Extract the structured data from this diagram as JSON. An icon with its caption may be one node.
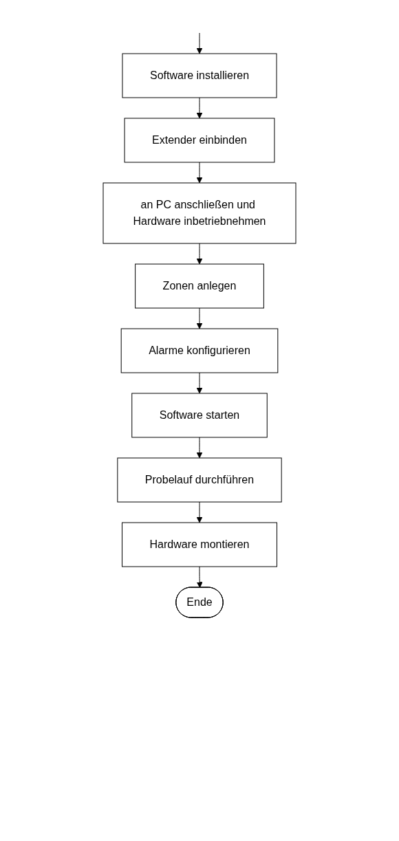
{
  "diagram": {
    "nodes": [
      {
        "text": [
          "Software installieren"
        ]
      },
      {
        "text": [
          "Extender einbinden"
        ]
      },
      {
        "text": [
          "an PC anschließen und Hardware inbetriebnehmen"
        ]
      },
      {
        "text": [
          "Zonen anlegen"
        ]
      },
      {
        "text": [
          "Alarme konfigurieren"
        ]
      },
      {
        "text": [
          "Software starten"
        ]
      },
      {
        "text": [
          "Probelauf durchführen"
        ]
      },
      {
        "text": [
          "Hardware montieren"
        ]
      },
      {
        "text": [
          "Ende"
        ]
      }
    ],
    "edges": [
      {
        "from": null,
        "to": 0,
        "arrow": "to"
      },
      {
        "from": 0,
        "to": 1,
        "arrow": "to"
      },
      {
        "from": 1,
        "to": 2,
        "arrow": "to"
      },
      {
        "from": 2,
        "to": 3,
        "arrow": "to"
      },
      {
        "from": 3,
        "to": 4,
        "arrow": "to"
      },
      {
        "from": 4,
        "to": 5,
        "arrow": "to"
      },
      {
        "from": 5,
        "to": 6,
        "arrow": "to"
      },
      {
        "from": 6,
        "to": 7,
        "arrow": "to"
      },
      {
        "from": 7,
        "to": 8,
        "arrow": "to"
      }
    ]
  }
}
